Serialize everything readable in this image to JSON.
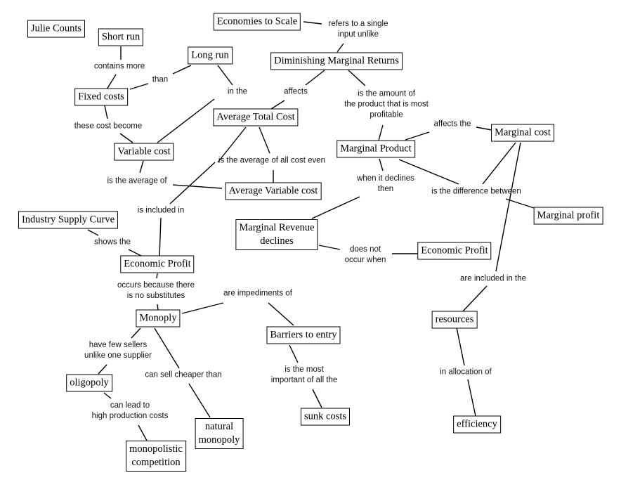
{
  "author_label": "Julie Counts",
  "nodes": {
    "short_run": "Short run",
    "long_run": "Long run",
    "fixed_costs": "Fixed costs",
    "variable_cost": "Variable cost",
    "economies_to_scale": "Economies to Scale",
    "diminishing_marginal_returns": "Diminishing Marginal Returns",
    "average_total_cost": "Average Total Cost",
    "marginal_product": "Marginal Product",
    "marginal_cost": "Marginal cost",
    "average_variable_cost": "Average Variable cost",
    "marginal_profit": "Marginal profit",
    "industry_supply_curve": "Industry Supply Curve",
    "marginal_revenue_declines": "Marginal Revenue\ndeclines",
    "economic_profit_right": "Economic Profit",
    "economic_profit_left": "Economic Profit",
    "monoply": "Monoply",
    "barriers_to_entry": "Barriers to entry",
    "resources": "resources",
    "oligopoly": "oligopoly",
    "sunk_costs": "sunk costs",
    "efficiency": "efficiency",
    "natural_monopoly": "natural\nmonopoly",
    "monopolistic_competition": "monopolistic\ncompetition"
  },
  "links": {
    "contains_more": "contains more",
    "than": "than",
    "these_cost_become": "these cost become",
    "in_the": "in the",
    "refers_to": "refers to a single\ninput unlike",
    "affects": "affects",
    "is_the_amount_of": "is the amount of\nthe product that is most\nprofitable",
    "affects_the": "affects the",
    "is_the_average_of_all": "is the average of all cost even",
    "is_the_average_of": "is the average of",
    "when_it_declines": "when it declines\nthen",
    "is_the_difference": "is the difference between",
    "is_included_in": "is included in",
    "shows_the": "shows the",
    "does_not_occur": "does not\noccur when",
    "occurs_because": "occurs because there\nis no substitutes",
    "are_impediments": "are impediments of",
    "are_included_in_the": "are included in the",
    "have_few_sellers": "have few sellers\nunlike one supplier",
    "can_sell_cheaper": "can sell cheaper than",
    "is_the_most_important": "is the most\nimportant of all the",
    "in_allocation_of": "in allocation of",
    "can_lead_to": "can lead to\nhigh production costs"
  }
}
